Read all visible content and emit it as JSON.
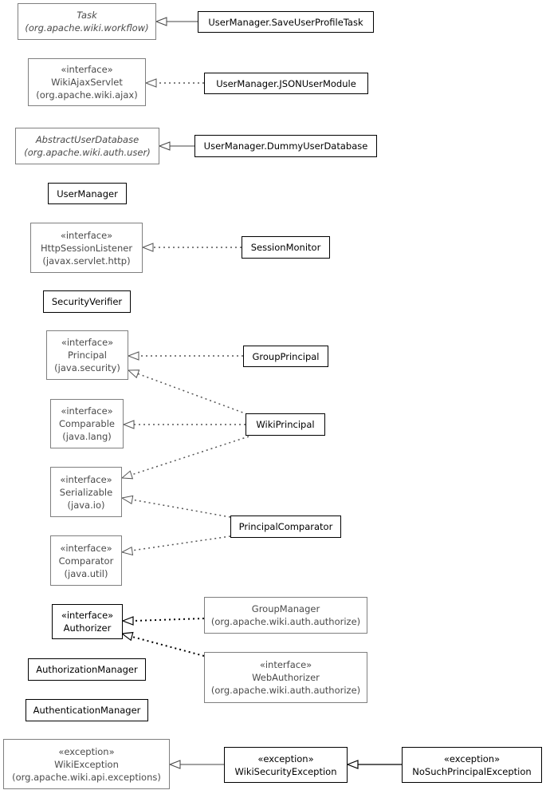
{
  "colors": {
    "external_border": "#7f7f7f",
    "internal_border": "#000000",
    "edge": "#555555",
    "background": "#ffffff"
  },
  "boxes": {
    "task": {
      "lines": [
        "Task",
        "(org.apache.wiki.workflow)"
      ],
      "style": "italic"
    },
    "saveTask": {
      "lines": [
        "UserManager.SaveUserProfileTask"
      ]
    },
    "ajaxServlet": {
      "lines": [
        "«interface»",
        "WikiAjaxServlet",
        "(org.apache.wiki.ajax)"
      ]
    },
    "jsonModule": {
      "lines": [
        "UserManager.JSONUserModule"
      ]
    },
    "abstractUserDb": {
      "lines": [
        "AbstractUserDatabase",
        "(org.apache.wiki.auth.user)"
      ],
      "style": "italic"
    },
    "dummyUserDb": {
      "lines": [
        "UserManager.DummyUserDatabase"
      ]
    },
    "userManager": {
      "lines": [
        "UserManager"
      ]
    },
    "httpListener": {
      "lines": [
        "«interface»",
        "HttpSessionListener",
        "(javax.servlet.http)"
      ]
    },
    "sessionMonitor": {
      "lines": [
        "SessionMonitor"
      ]
    },
    "securityVerifier": {
      "lines": [
        "SecurityVerifier"
      ]
    },
    "principal": {
      "lines": [
        "«interface»",
        "Principal",
        "(java.security)"
      ]
    },
    "groupPrincipal": {
      "lines": [
        "GroupPrincipal"
      ]
    },
    "comparable": {
      "lines": [
        "«interface»",
        "Comparable",
        "(java.lang)"
      ]
    },
    "wikiPrincipal": {
      "lines": [
        "WikiPrincipal"
      ]
    },
    "serializable": {
      "lines": [
        "«interface»",
        "Serializable",
        "(java.io)"
      ]
    },
    "principalComparator": {
      "lines": [
        "PrincipalComparator"
      ]
    },
    "comparator": {
      "lines": [
        "«interface»",
        "Comparator",
        "(java.util)"
      ]
    },
    "authorizer": {
      "lines": [
        "«interface»",
        "Authorizer"
      ]
    },
    "groupManager": {
      "lines": [
        "GroupManager",
        "(org.apache.wiki.auth.authorize)"
      ]
    },
    "webAuthorizer": {
      "lines": [
        "«interface»",
        "WebAuthorizer",
        "(org.apache.wiki.auth.authorize)"
      ]
    },
    "authorizationManager": {
      "lines": [
        "AuthorizationManager"
      ]
    },
    "authenticationManager": {
      "lines": [
        "AuthenticationManager"
      ]
    },
    "wikiException": {
      "lines": [
        "«exception»",
        "WikiException",
        "(org.apache.wiki.api.exceptions)"
      ]
    },
    "wikiSecurityException": {
      "lines": [
        "«exception»",
        "WikiSecurityException"
      ]
    },
    "noSuchPrincipalException": {
      "lines": [
        "«exception»",
        "NoSuchPrincipalException"
      ]
    }
  },
  "relations": [
    {
      "from": "saveTask",
      "to": "task",
      "kind": "extends"
    },
    {
      "from": "jsonModule",
      "to": "ajaxServlet",
      "kind": "implements"
    },
    {
      "from": "dummyUserDb",
      "to": "abstractUserDb",
      "kind": "extends"
    },
    {
      "from": "sessionMonitor",
      "to": "httpListener",
      "kind": "implements"
    },
    {
      "from": "groupPrincipal",
      "to": "principal",
      "kind": "implements"
    },
    {
      "from": "wikiPrincipal",
      "to": "principal",
      "kind": "implements"
    },
    {
      "from": "wikiPrincipal",
      "to": "comparable",
      "kind": "implements"
    },
    {
      "from": "wikiPrincipal",
      "to": "serializable",
      "kind": "implements"
    },
    {
      "from": "principalComparator",
      "to": "serializable",
      "kind": "implements"
    },
    {
      "from": "principalComparator",
      "to": "comparator",
      "kind": "implements"
    },
    {
      "from": "groupManager",
      "to": "authorizer",
      "kind": "implements"
    },
    {
      "from": "webAuthorizer",
      "to": "authorizer",
      "kind": "implements"
    },
    {
      "from": "wikiSecurityException",
      "to": "wikiException",
      "kind": "extends"
    },
    {
      "from": "noSuchPrincipalException",
      "to": "wikiSecurityException",
      "kind": "extends"
    }
  ]
}
